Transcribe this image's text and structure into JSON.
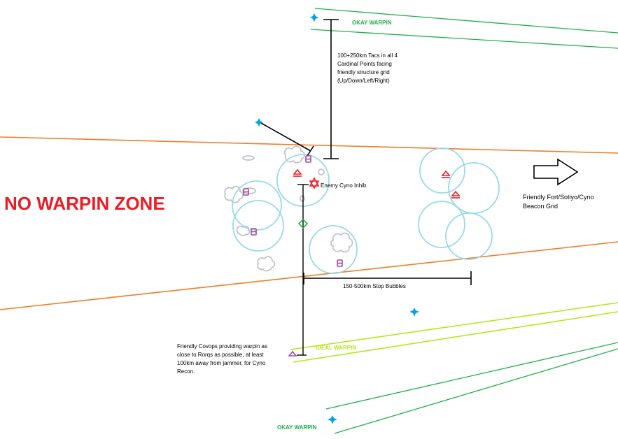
{
  "labels": {
    "okay_warpin_top": "OKAY WARPIN",
    "tacs_line1": "100+250km Tacs in all 4",
    "tacs_line2": "Cardinal Points facing",
    "tacs_line3": "friendly structure grid",
    "tacs_line4": "(Up/Down/Left/Right)",
    "no_warpin_zone": "NO WARPIN ZONE",
    "enemy_cyno_inhib": "Enemy Cyno Inhib",
    "friendly_grid_line1": "Friendly Fort/Sotiyo/Cyno",
    "friendly_grid_line2": "Beacon Grid",
    "stop_bubbles": "150-500km Stop Bubbles",
    "covops_line1": "Friendly Covops providing warpin as",
    "covops_line2": "close to Rorqs as possible, at least",
    "covops_line3": "100km away from jammer, for Cyno",
    "covops_line4": "Recon.",
    "ideal_warpin": "IDEAL WARPIN",
    "okay_warpin_bottom": "OKAY WARPIN"
  },
  "colors": {
    "orange_boundary": "#f07d28",
    "okay_green": "#22b14c",
    "ideal_green": "#b5e61d",
    "bubble_blue": "#99d9ea",
    "no_warpin_red": "#ed1c24",
    "rorqual_red": "#ed1c24",
    "purple": "#a349a4",
    "star_blue": "#00a2e8",
    "asteroid_gray": "#c3c3c3",
    "ink": "#000000"
  },
  "icons": [
    "cyan-star-icon",
    "rorqual-icon",
    "pos-icon",
    "inhib-star-icon",
    "covops-diamond-icon",
    "covops-triangle-icon",
    "arrow-right-icon",
    "asteroid-icon"
  ]
}
